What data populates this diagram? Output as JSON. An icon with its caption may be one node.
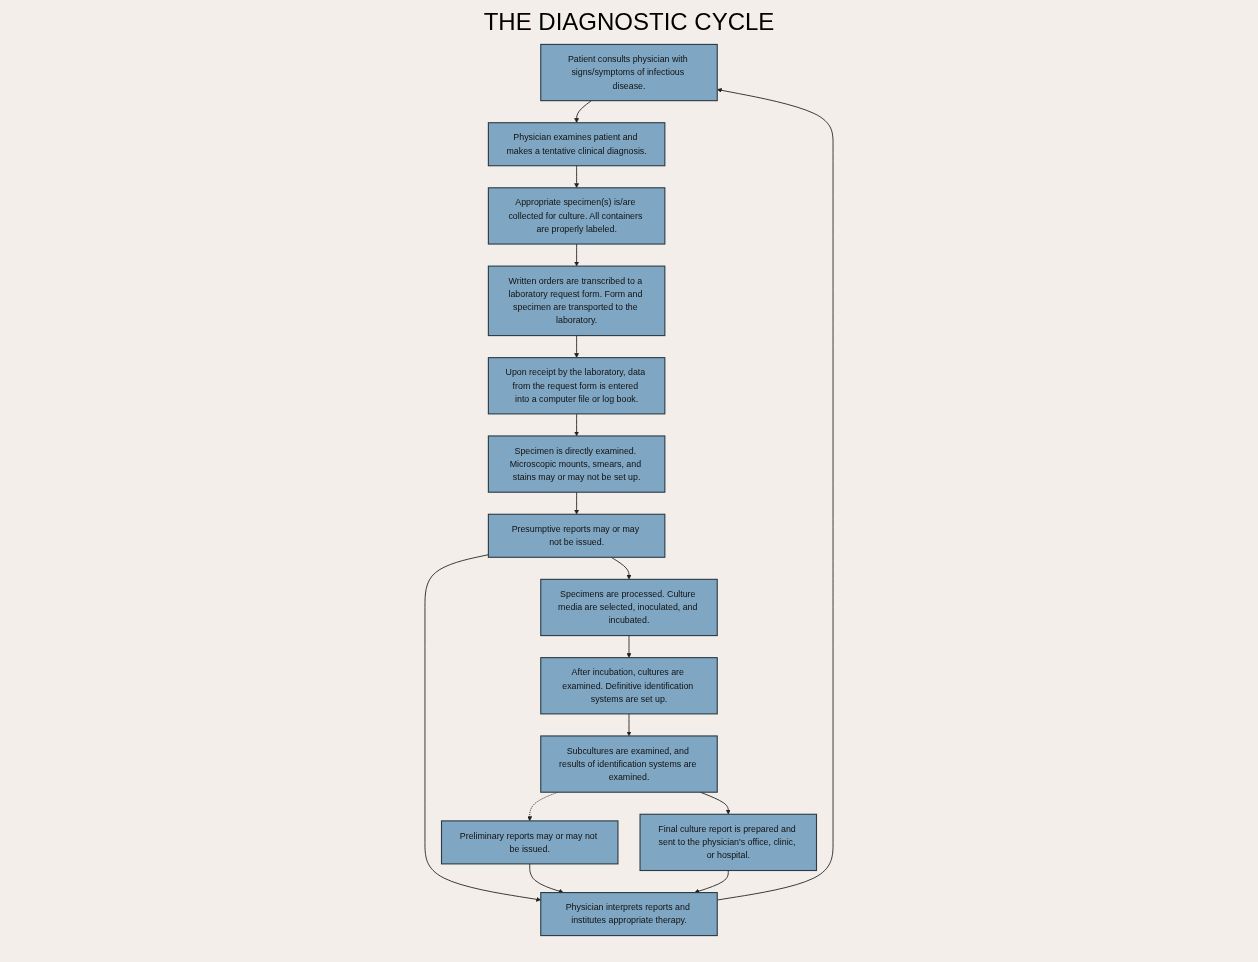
{
  "diagram": {
    "title": "THE DIAGNOSTIC CYCLE",
    "nodes": [
      {
        "text": [
          "Patient consults physician with signs/symptoms of infectious disease."
        ]
      },
      {
        "text": [
          "Physician examines patient and makes a tentative clinical diagnosis."
        ]
      },
      {
        "text": [
          "Appropriate specimen(s) is/are collected for culture. All containers are properly labeled."
        ]
      },
      {
        "text": [
          "Written orders are transcribed to a laboratory request form. Form and specimen are transported to the laboratory."
        ]
      },
      {
        "text": [
          "Upon receipt by the laboratory, data from the request form is entered into a computer file or log book."
        ]
      },
      {
        "text": [
          "Specimen is directly examined. Microscopic mounts, smears, and stains may or may not be set up."
        ]
      },
      {
        "text": [
          "Presumptive reports may or may not be issued."
        ]
      },
      {
        "text": [
          "Specimens are processed. Culture media are selected, inoculated, and incubated."
        ]
      },
      {
        "text": [
          "After incubation, cultures are examined. Definitive identification systems are set up."
        ]
      },
      {
        "text": [
          "Subcultures are examined, and results of identification systems are examined."
        ]
      },
      {
        "text": [
          "Preliminary reports may or may not be issued."
        ]
      },
      {
        "text": [
          "Final culture report is prepared and sent to the physician's office, clinic, or hospital."
        ]
      },
      {
        "text": [
          "Physician interprets reports and institutes appropriate therapy."
        ]
      }
    ],
    "edges": [
      {
        "from": 0,
        "to": 1,
        "arrow": "to"
      },
      {
        "from": 1,
        "to": 2,
        "arrow": "to"
      },
      {
        "from": 2,
        "to": 3,
        "arrow": "to"
      },
      {
        "from": 3,
        "to": 4,
        "arrow": "to"
      },
      {
        "from": 4,
        "to": 5,
        "arrow": "to"
      },
      {
        "from": 5,
        "to": 6,
        "arrow": "to"
      },
      {
        "from": 6,
        "to": 12,
        "arrow": "to"
      },
      {
        "from": 6,
        "to": 7,
        "arrow": "to"
      },
      {
        "from": 7,
        "to": 8,
        "arrow": "to"
      },
      {
        "from": 8,
        "to": 9,
        "arrow": "to"
      },
      {
        "from": 9,
        "to": 10,
        "arrow": "to",
        "style": "dashed"
      },
      {
        "from": 10,
        "to": 12,
        "arrow": "to"
      },
      {
        "from": 9,
        "to": 11,
        "arrow": "to"
      },
      {
        "from": 11,
        "to": 12,
        "arrow": "to"
      },
      {
        "from": 12,
        "to": 0,
        "arrow": "to"
      }
    ]
  }
}
